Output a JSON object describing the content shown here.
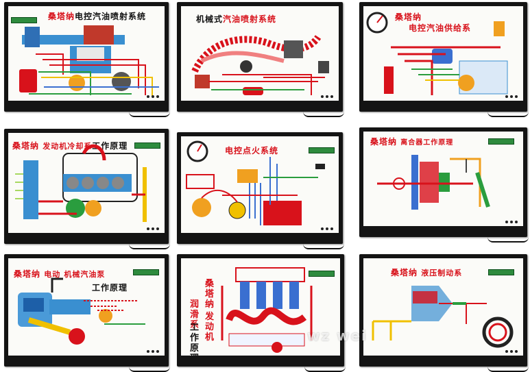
{
  "boards": [
    {
      "title_a": "桑塔纳",
      "title_b": "电控汽油喷射系统"
    },
    {
      "title_a": "机械式",
      "title_b": "汽油喷射系统"
    },
    {
      "title_a": "桑塔纳",
      "title_b": "电控汽油供给系"
    },
    {
      "title_a": "桑塔纳",
      "title_b": "发动机冷却系",
      "title_c": "工作原理"
    },
    {
      "title_a": "电控点火系统"
    },
    {
      "title_a": "桑塔纳",
      "title_b": "离合器工作原理"
    },
    {
      "title_a": "桑塔纳",
      "title_b": "电动",
      "title_c": "机械汽油泵",
      "title_d": "工作原理"
    },
    {
      "title_a": "桑塔纳",
      "title_b": "发动机",
      "title_c": "润滑系",
      "title_d": "工作原理"
    },
    {
      "title_a": "桑塔纳",
      "title_b": "液压制动系"
    }
  ],
  "watermark": "wz wei",
  "colors": {
    "frame": "#141414",
    "panel": "#fbfbf8",
    "accent": "#d8121b"
  }
}
